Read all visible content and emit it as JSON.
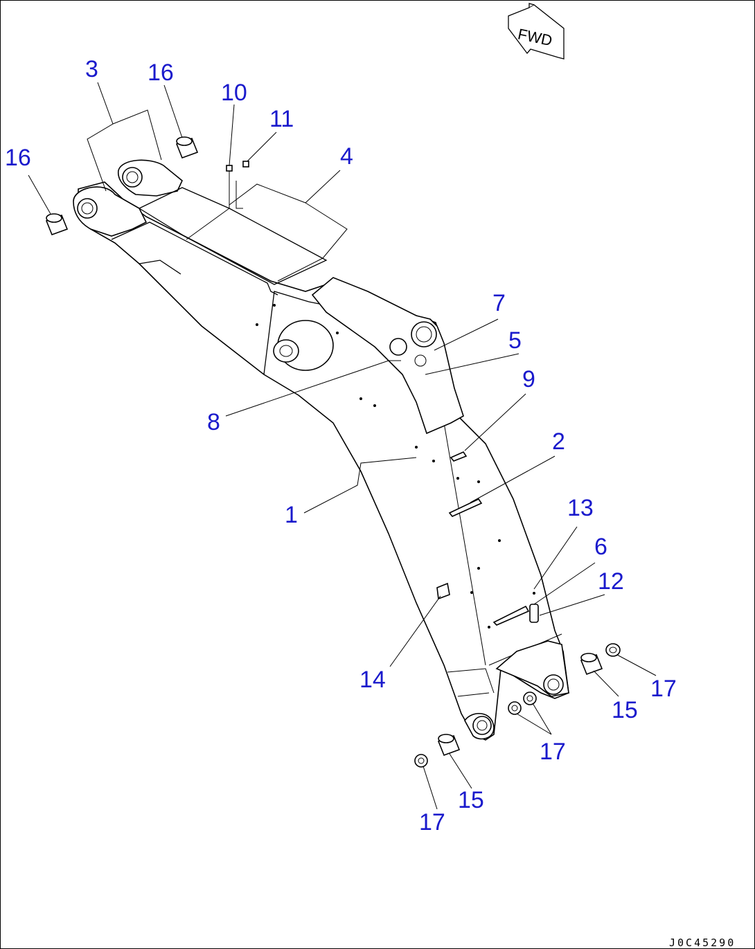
{
  "orientation_marker": {
    "label": "FWD"
  },
  "drawing_id": "J0C45290",
  "callouts": [
    {
      "id": "c3a",
      "label": "3"
    },
    {
      "id": "c16a",
      "label": "16"
    },
    {
      "id": "c16b",
      "label": "16"
    },
    {
      "id": "c10",
      "label": "10"
    },
    {
      "id": "c11",
      "label": "11"
    },
    {
      "id": "c4",
      "label": "4"
    },
    {
      "id": "c7",
      "label": "7"
    },
    {
      "id": "c5",
      "label": "5"
    },
    {
      "id": "c9",
      "label": "9"
    },
    {
      "id": "c8",
      "label": "8"
    },
    {
      "id": "c2",
      "label": "2"
    },
    {
      "id": "c1",
      "label": "1"
    },
    {
      "id": "c13",
      "label": "13"
    },
    {
      "id": "c6",
      "label": "6"
    },
    {
      "id": "c12",
      "label": "12"
    },
    {
      "id": "c14",
      "label": "14"
    },
    {
      "id": "c17a",
      "label": "17"
    },
    {
      "id": "c15a",
      "label": "15"
    },
    {
      "id": "c17b",
      "label": "17"
    },
    {
      "id": "c15b",
      "label": "15"
    },
    {
      "id": "c17c",
      "label": "17"
    }
  ],
  "colors": {
    "callout": "#1a1acc",
    "line": "#000000",
    "background": "#ffffff"
  }
}
